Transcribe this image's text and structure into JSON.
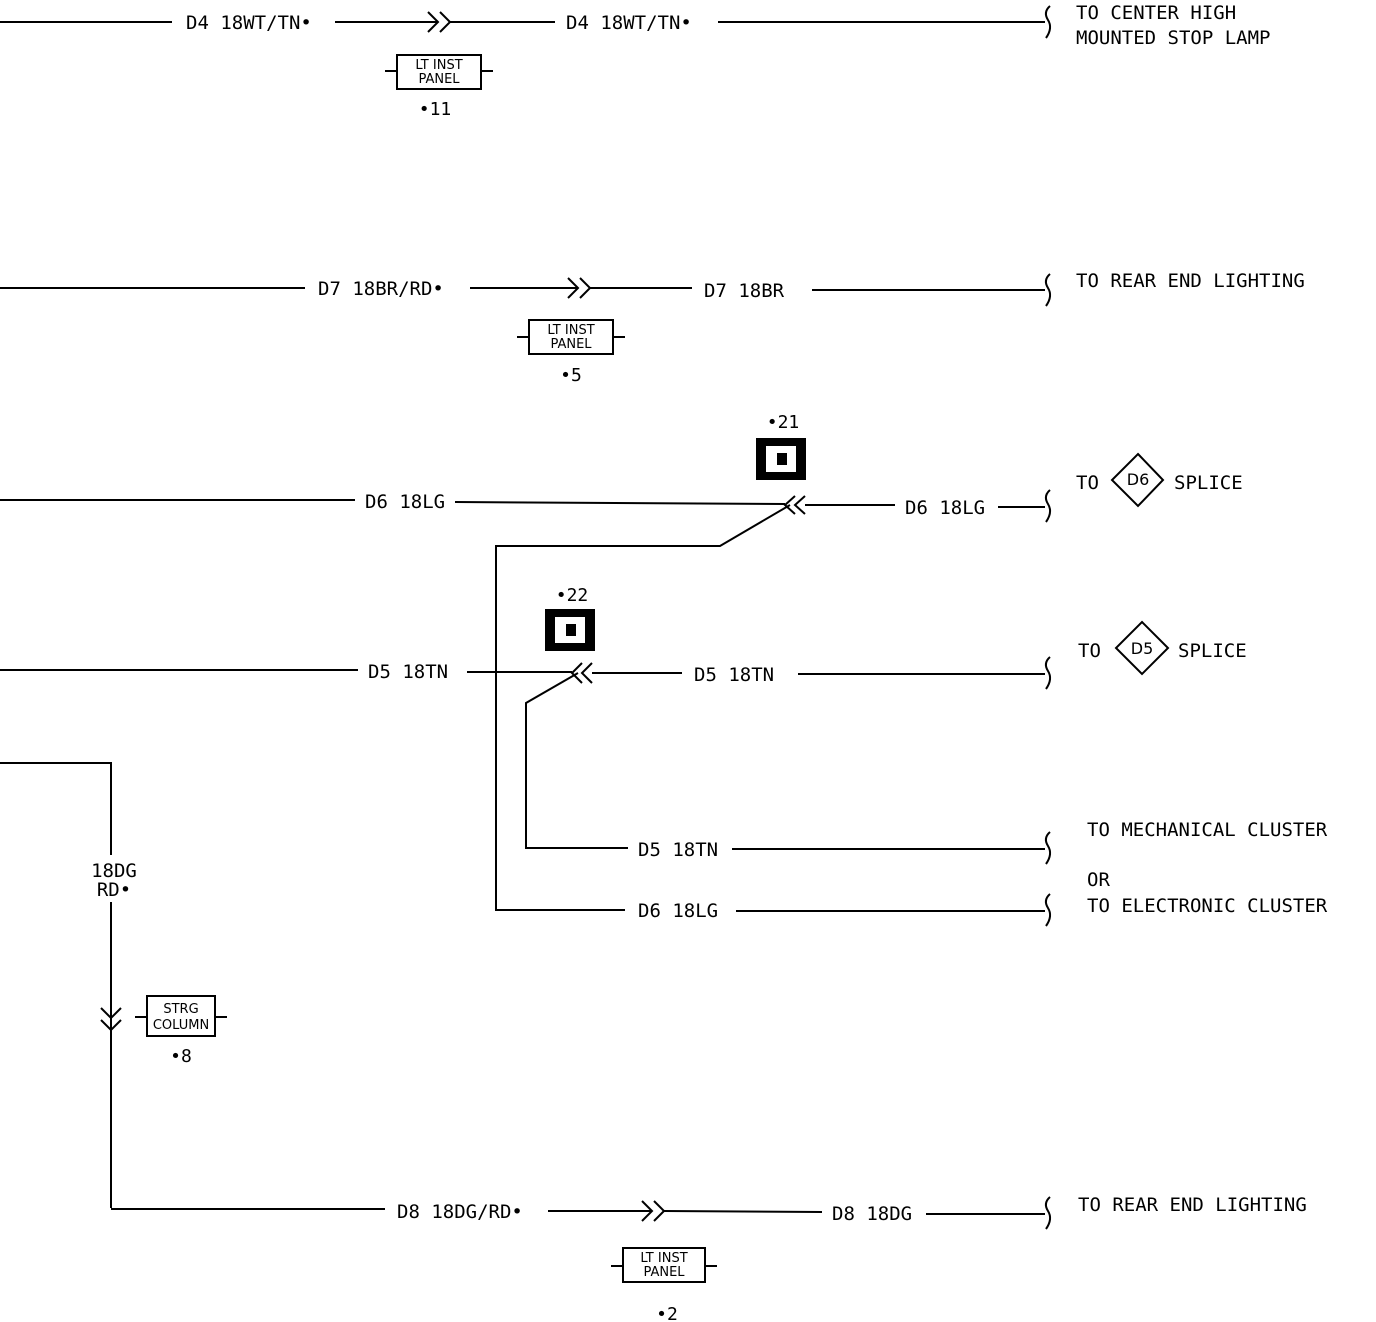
{
  "circuits": {
    "d4": {
      "label_left": "D4 18WT/TN•",
      "label_right": "D4 18WT/TN•",
      "destination_line1": "TO CENTER HIGH",
      "destination_line2": "MOUNTED STOP LAMP",
      "connector_line1": "LT INST",
      "connector_line2": "PANEL",
      "connector_number": "•11"
    },
    "d7": {
      "label_left": "D7 18BR/RD•",
      "label_right": "D7 18BR",
      "destination": "TO REAR END LIGHTING",
      "connector_line1": "LT INST",
      "connector_line2": "PANEL",
      "connector_number": "•5"
    },
    "d6": {
      "label_left": "D6 18LG",
      "label_right": "D6 18LG",
      "dest_to": "TO",
      "splice_id": "D6",
      "dest_splice": "SPLICE",
      "connector_number": "•21"
    },
    "d5": {
      "label_left": "D5 18TN",
      "label_right": "D5 18TN",
      "dest_to": "TO",
      "splice_id": "D5",
      "dest_splice": "SPLICE",
      "connector_number": "•22"
    },
    "cluster": {
      "d5_label": "D5 18TN",
      "d6_label": "D6 18LG",
      "destination1": "TO MECHANICAL CLUSTER",
      "or_text": "OR",
      "destination2": "TO ELECTRONIC CLUSTER"
    },
    "d8": {
      "vertical_label_line1": "18DG",
      "vertical_label_line2": "RD•",
      "strg_line1": "STRG",
      "strg_line2": "COLUMN",
      "strg_number": "•8",
      "label_left": "D8 18DG/RD•",
      "label_right": "D8 18DG",
      "destination": "TO REAR END LIGHTING",
      "connector_line1": "LT INST",
      "connector_line2": "PANEL",
      "connector_number": "•2"
    }
  }
}
